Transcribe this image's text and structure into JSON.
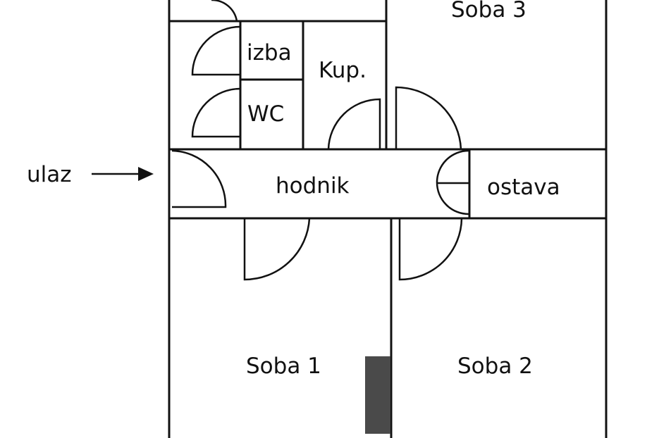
{
  "plan": {
    "entrance_label": "ulaz",
    "colors": {
      "line": "#111111",
      "background": "#ffffff",
      "chimney": "#4a4a4a"
    },
    "rooms": {
      "soba3": "Soba 3",
      "izba": "izba",
      "kupaonica": "Kup.",
      "wc": "WC",
      "hodnik": "hodnik",
      "ostava": "ostava",
      "soba1": "Soba 1",
      "soba2": "Soba 2"
    }
  }
}
